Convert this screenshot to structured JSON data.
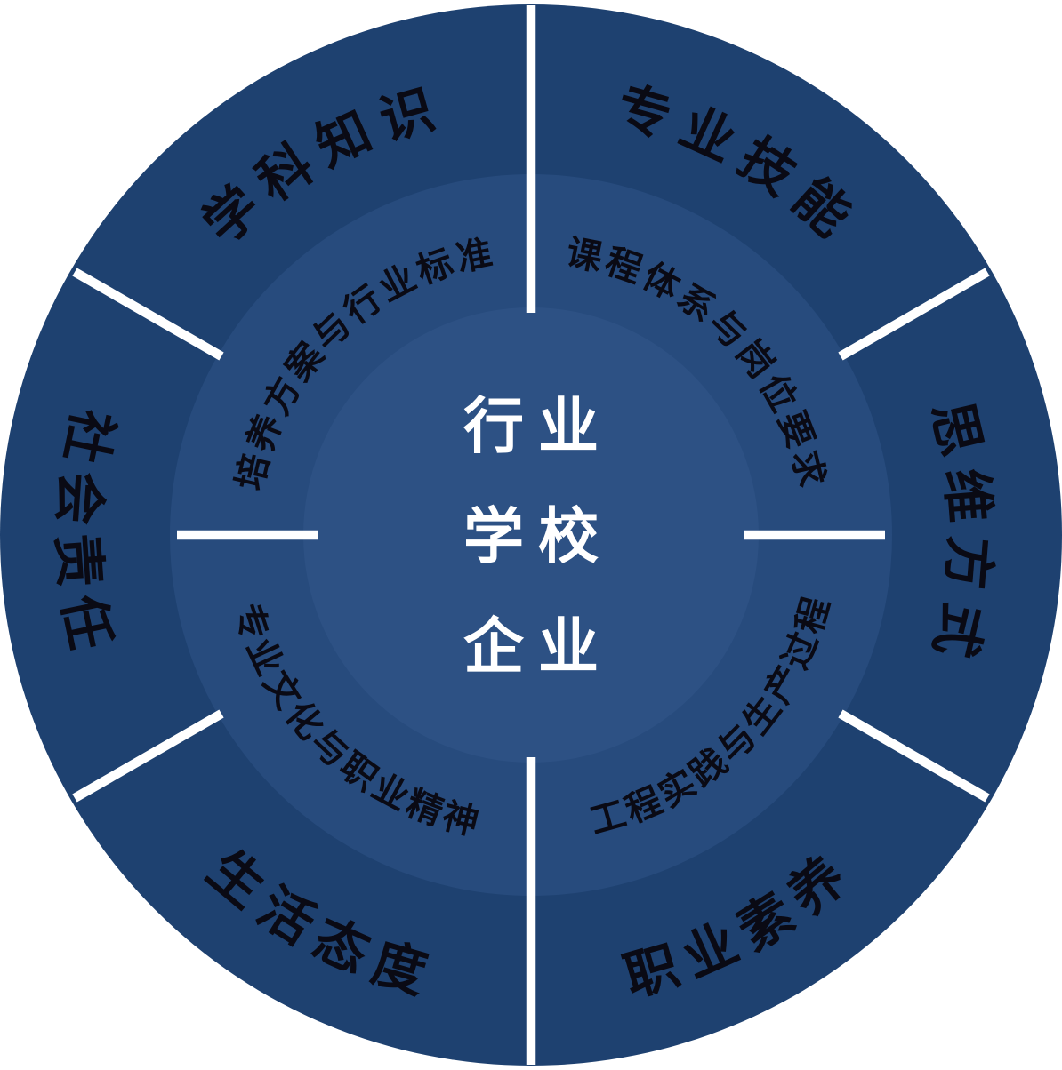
{
  "diagram": {
    "center": {
      "lines": [
        {
          "label": "行业"
        },
        {
          "label": "学校"
        },
        {
          "label": "企业"
        }
      ]
    },
    "outer_sectors": [
      {
        "label": "学科知识",
        "position": "top-left"
      },
      {
        "label": "专业技能",
        "position": "top-right"
      },
      {
        "label": "思维方式",
        "position": "right"
      },
      {
        "label": "职业素养",
        "position": "bottom-right"
      },
      {
        "label": "生活态度",
        "position": "bottom-left"
      },
      {
        "label": "社会责任",
        "position": "left"
      }
    ],
    "inner_arcs": [
      {
        "label": "培养方案与行业标准",
        "position": "upper-left"
      },
      {
        "label": "课程体系与岗位要求",
        "position": "upper-right"
      },
      {
        "label": "工程实践与生产过程",
        "position": "lower-right"
      },
      {
        "label": "专业文化与职业精神",
        "position": "lower-left"
      }
    ],
    "colors": {
      "outer_ring": "#1e4170",
      "middle_ring": "#274b7d",
      "inner_circle": "#2d5184",
      "divider_line": "#ffffff",
      "label_text": "#0a0a14",
      "center_text": "#ffffff"
    }
  }
}
